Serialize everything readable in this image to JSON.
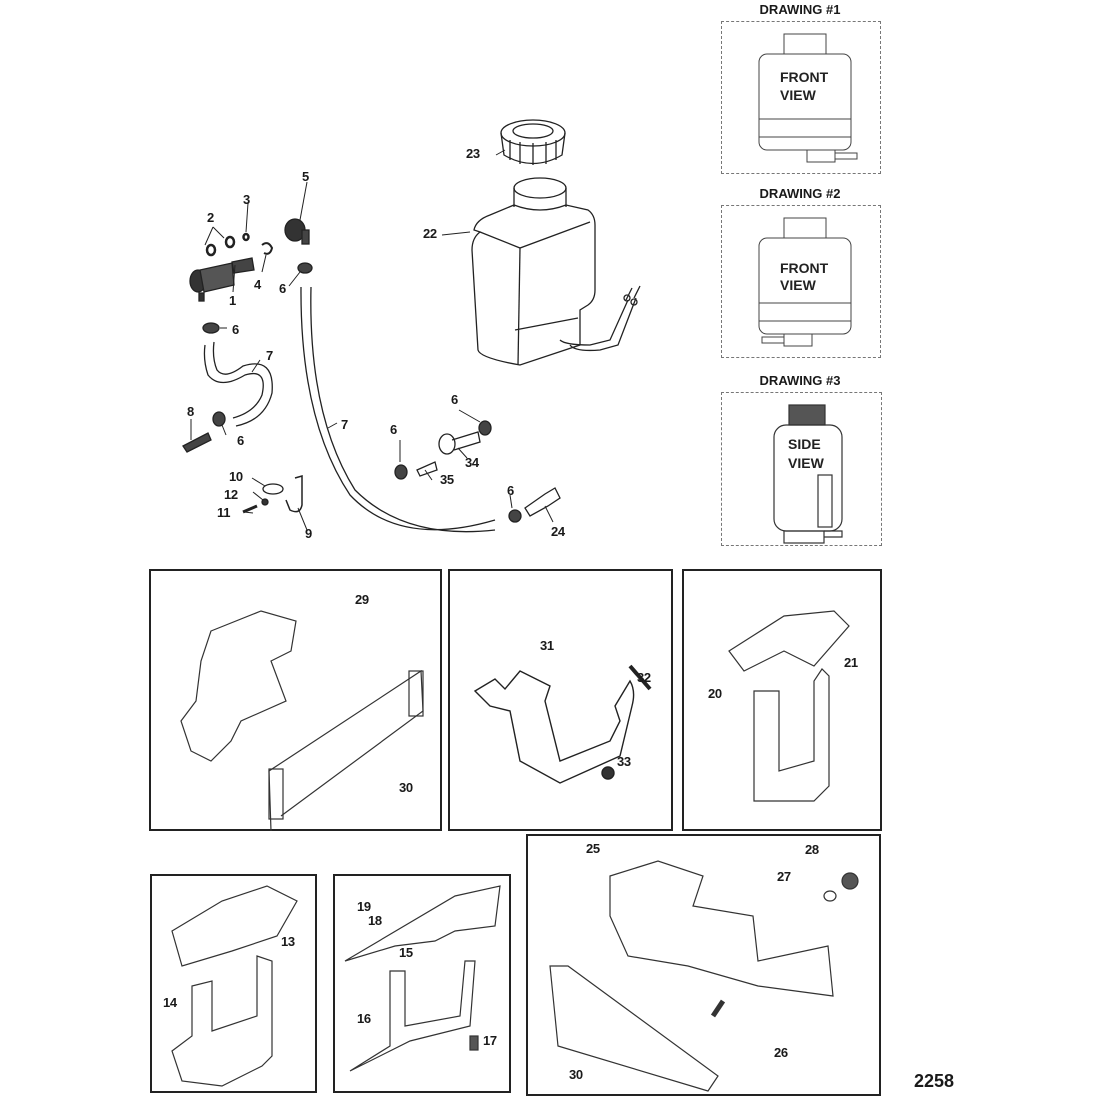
{
  "page_number": "2258",
  "reference_drawings": [
    {
      "title": "DRAWING #1",
      "view_line1": "FRONT",
      "view_line2": "VIEW"
    },
    {
      "title": "DRAWING #2",
      "view_line1": "FRONT",
      "view_line2": "VIEW"
    },
    {
      "title": "DRAWING #3",
      "view_line1": "SIDE",
      "view_line2": "VIEW"
    }
  ],
  "callouts": {
    "c1": "1",
    "c2": "2",
    "c3": "3",
    "c4": "4",
    "c5": "5",
    "c6a": "6",
    "c6b": "6",
    "c6c": "6",
    "c6d": "6",
    "c6e": "6",
    "c6f": "6",
    "c7a": "7",
    "c7b": "7",
    "c8": "8",
    "c9": "9",
    "c10": "10",
    "c11": "11",
    "c12": "12",
    "c13": "13",
    "c14": "14",
    "c15": "15",
    "c16": "16",
    "c17": "17",
    "c18": "18",
    "c19": "19",
    "c20": "20",
    "c21": "21",
    "c22": "22",
    "c23": "23",
    "c24": "24",
    "c25": "25",
    "c26": "26",
    "c27": "27",
    "c28": "28",
    "c29": "29",
    "c30a": "30",
    "c30b": "30",
    "c31": "31",
    "c32": "32",
    "c33": "33",
    "c34": "34",
    "c35": "35"
  }
}
